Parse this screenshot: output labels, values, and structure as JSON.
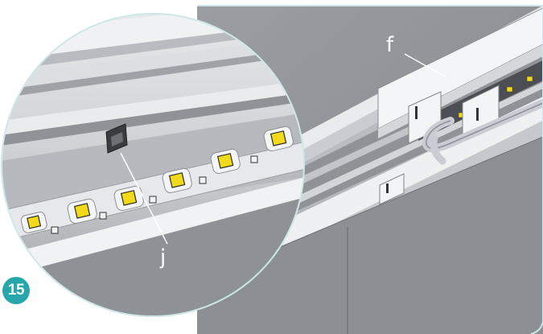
{
  "figure": {
    "step_number": "15",
    "callouts": [
      {
        "id": "f",
        "label": "f"
      },
      {
        "id": "j",
        "label": "j"
      }
    ],
    "colors": {
      "step_badge": "#26a7ab",
      "led_chip": "#f2da1a",
      "housing": "#8e9296",
      "profile": "#e8eaec",
      "frame_outline": "#cfe7e8"
    }
  }
}
